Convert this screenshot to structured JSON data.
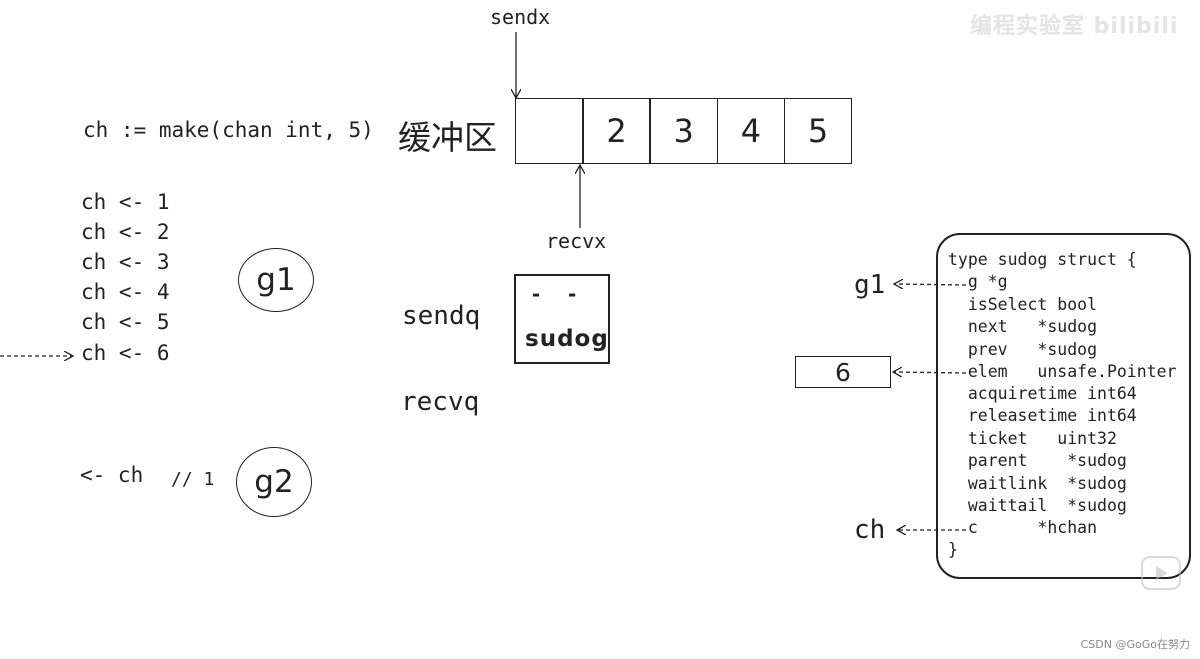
{
  "left_code": {
    "make_line": "ch := make(chan int, 5)",
    "sends": [
      "ch <- 1",
      "ch <- 2",
      "ch <- 3",
      "ch <- 4",
      "ch <- 5",
      "ch <- 6"
    ],
    "receive": "<- ch",
    "receive_comment": "// 1"
  },
  "goroutines": {
    "g1": "g1",
    "g2": "g2"
  },
  "buffer": {
    "label": "缓冲区",
    "cells": [
      "",
      "2",
      "3",
      "4",
      "5"
    ],
    "sendx_label": "sendx",
    "recvx_label": "recvx"
  },
  "queues": {
    "sendq_label": "sendq",
    "recvq_label": "recvq",
    "sudog_text": "sudog",
    "sudog_marks": "-  -"
  },
  "struct": {
    "lines": [
      "type sudog struct {",
      "  g *g",
      "  isSelect bool",
      "  next   *sudog",
      "  prev   *sudog",
      "  elem   unsafe.Pointer",
      "  acquiretime int64",
      "  releasetime int64",
      "  ticket   uint32",
      "  parent    *sudog",
      "  waitlink  *sudog",
      "  waittail  *sudog",
      "  c      *hchan",
      "}"
    ],
    "g_pointer_label": "g1",
    "elem_value": "6",
    "c_pointer_label": "ch"
  },
  "watermarks": {
    "top": "编程实验室 bilibili",
    "bottom": "CSDN @GoGo在努力"
  }
}
